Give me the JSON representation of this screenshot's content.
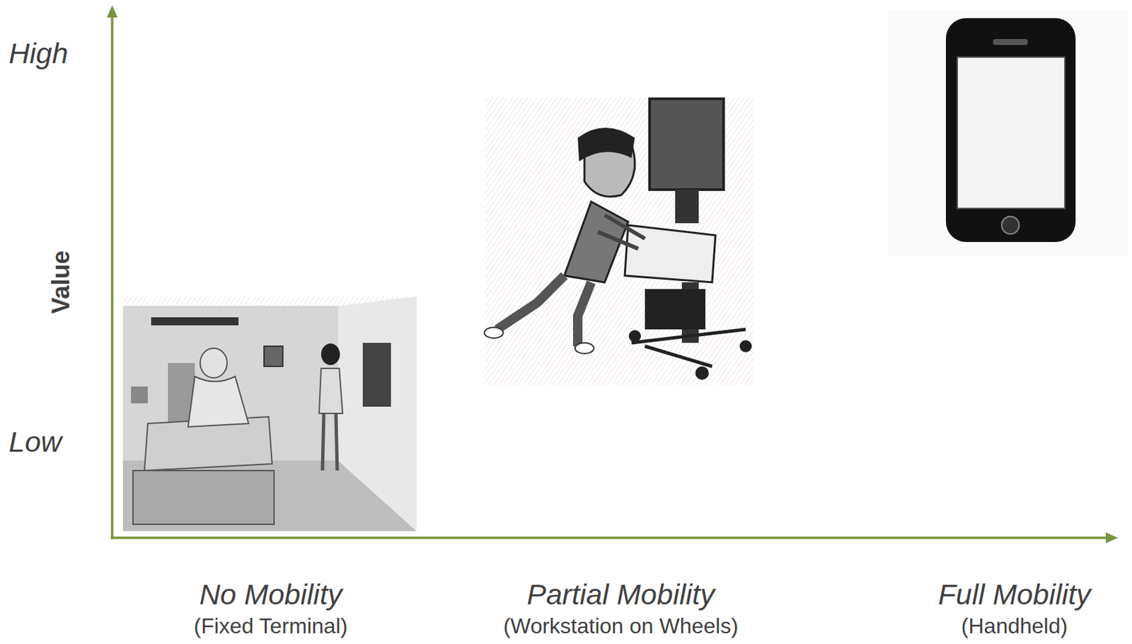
{
  "diagram": {
    "labels": [
      "High",
      "Low",
      "Value",
      "No Mobility",
      "(Fixed Terminal)",
      "Partial Mobility",
      "(Workstation on Wheels)",
      "Full Mobility",
      "(Handheld)"
    ]
  }
}
